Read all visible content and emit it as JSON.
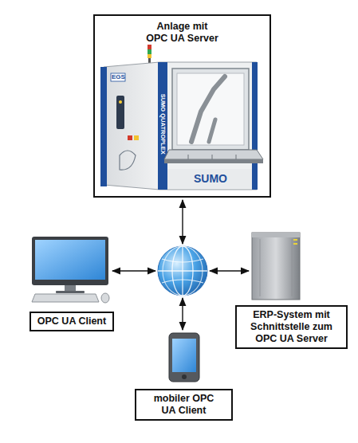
{
  "diagram": {
    "nodes": [
      {
        "text": [
          "Anlage mit OPC UA Server"
        ]
      },
      {
        "text": [
          "OPC UA Client"
        ]
      },
      {
        "text": [
          "ERP-System mit Schnittstelle zum OPC UA Server"
        ]
      },
      {
        "text": [
          "mobiler OPC UA Client"
        ]
      }
    ],
    "labels": [
      "EGS",
      "SUMO QUATROPLEX",
      "SUMO"
    ]
  }
}
